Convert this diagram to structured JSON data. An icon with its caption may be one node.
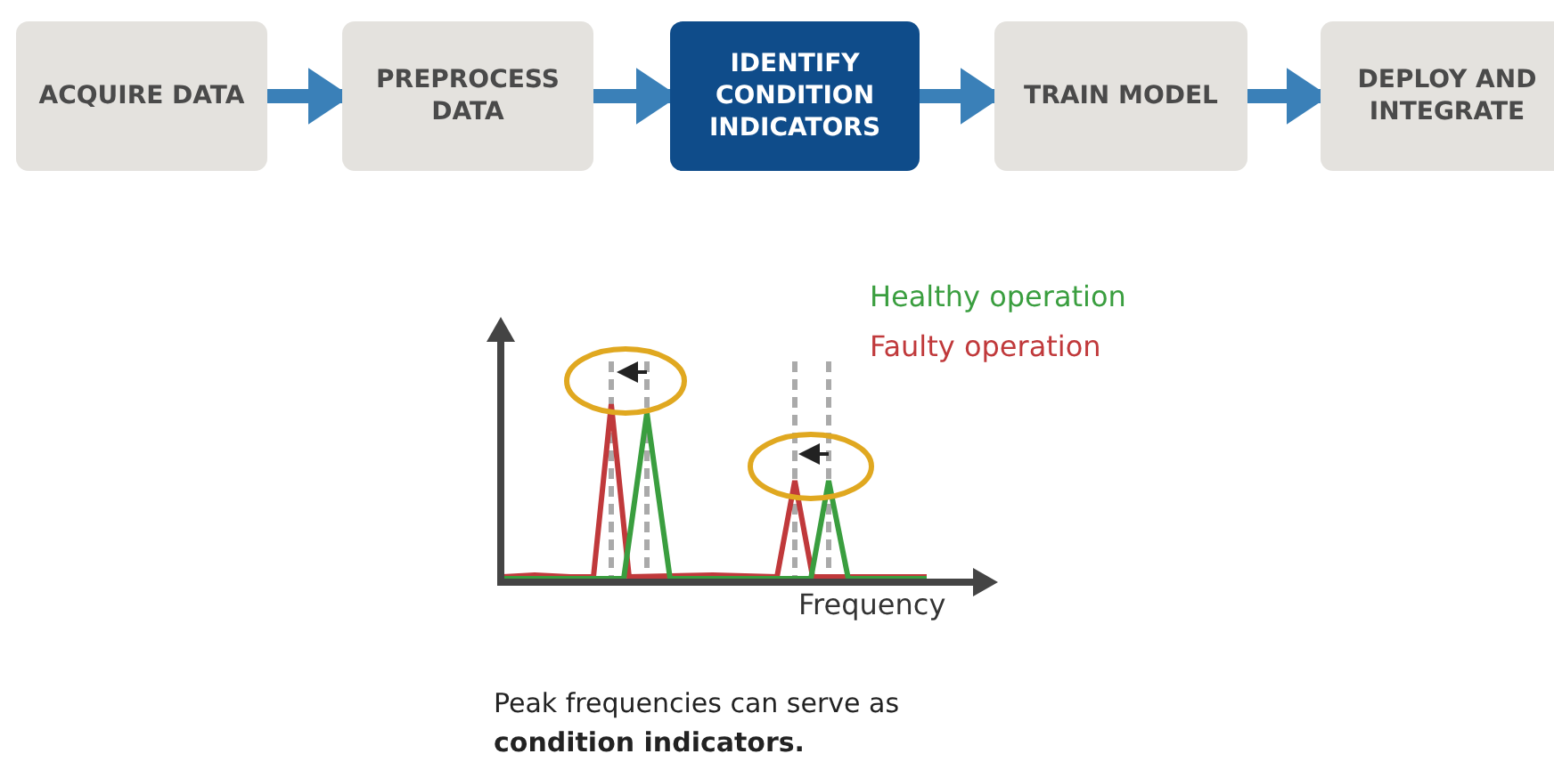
{
  "diagram": {
    "caption": "Peak frequencies can serve as **condition indicators.**",
    "nodes": [
      {
        "text": [
          "ACQUIRE DATA"
        ]
      },
      {
        "text": [
          "PREPROCESS DATA"
        ]
      },
      {
        "text": [
          "IDENTIFY CONDITION INDICATORS"
        ]
      },
      {
        "text": [
          "TRAIN MODEL"
        ]
      },
      {
        "text": [
          "DEPLOY AND INTEGRATE"
        ]
      }
    ],
    "edges": [
      {
        "from": 0,
        "to": 1,
        "arrow": "to"
      },
      {
        "from": 1,
        "to": 2,
        "arrow": "to"
      },
      {
        "from": 2,
        "to": 3,
        "arrow": "to"
      },
      {
        "from": 3,
        "to": 4,
        "arrow": "to"
      }
    ],
    "labels": [
      "Frequency"
    ],
    "legend": [
      {
        "text": "Healthy operation",
        "color": "#3a9e3f"
      },
      {
        "text": "Faulty operation",
        "color": "#c0393b"
      }
    ]
  }
}
